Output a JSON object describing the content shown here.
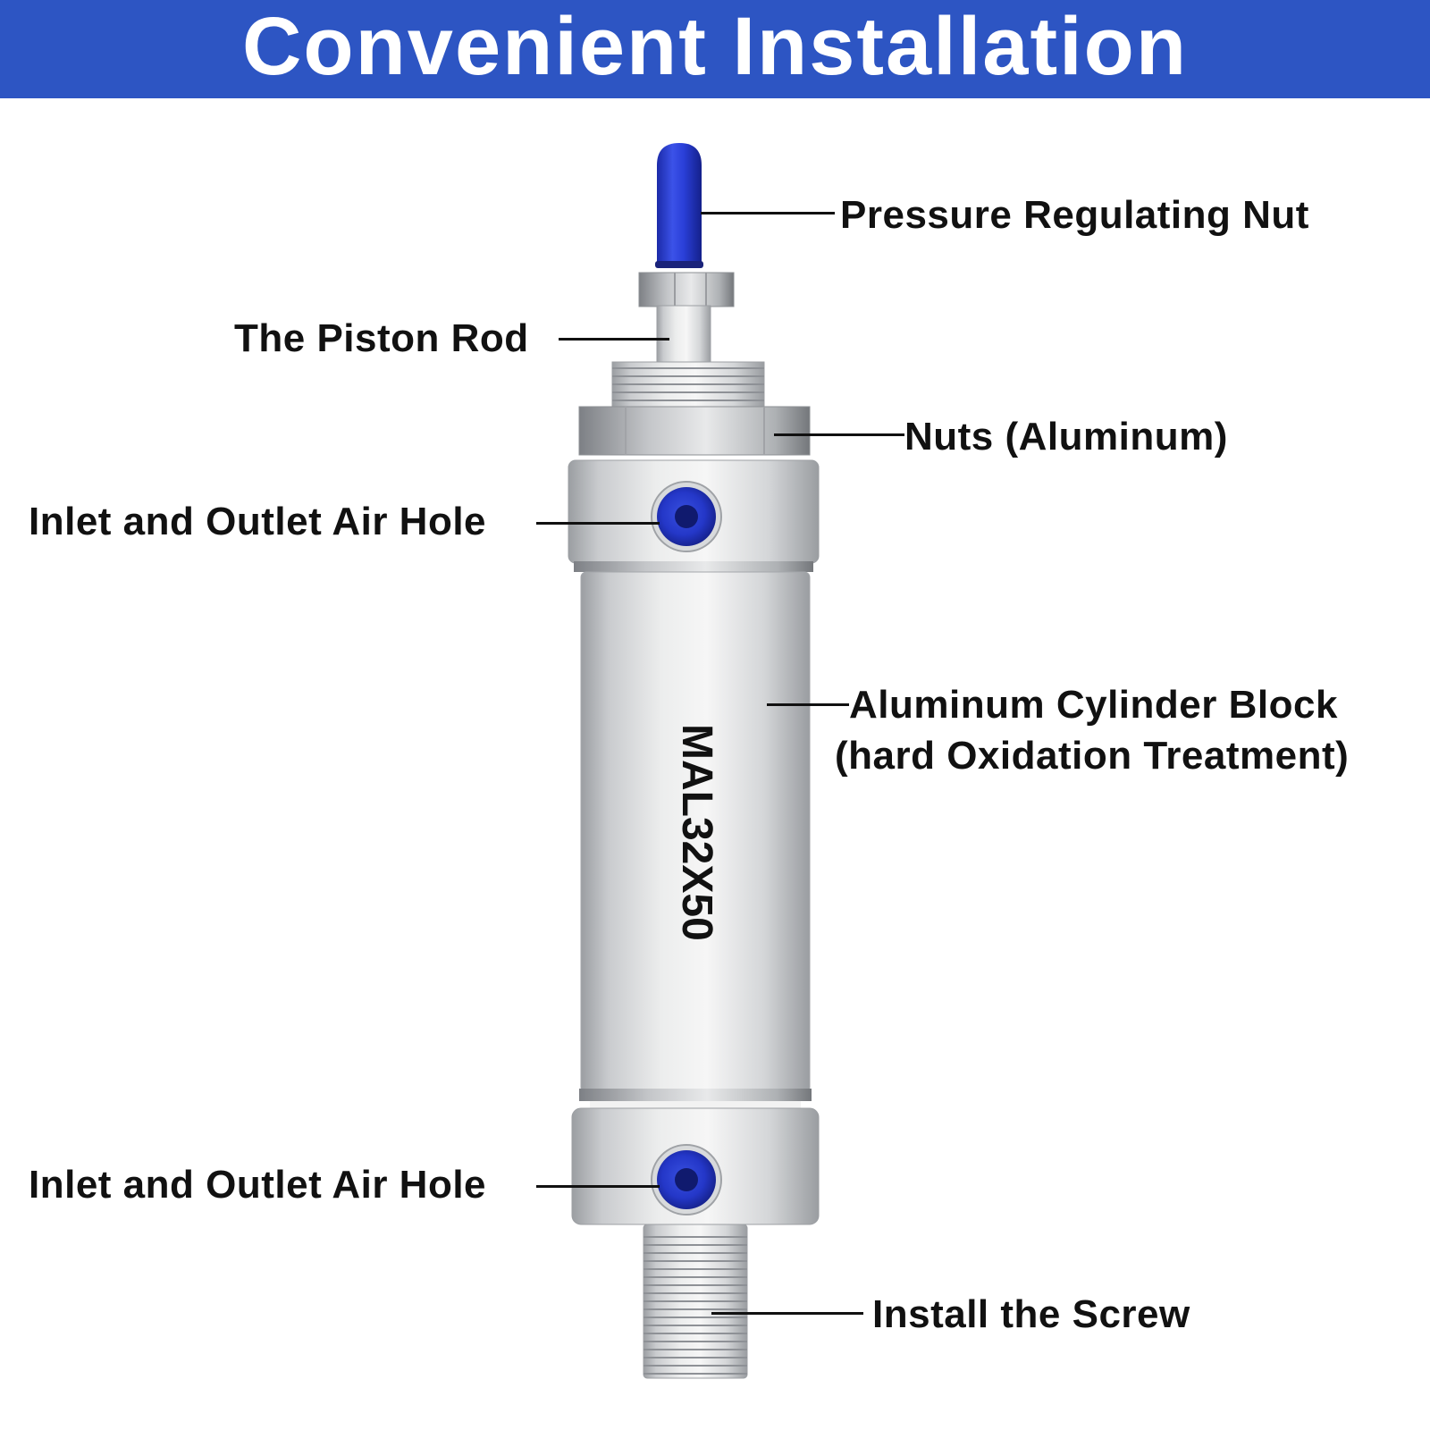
{
  "header": {
    "title": "Convenient Installation"
  },
  "product": {
    "model": "MAL32X50"
  },
  "labels": {
    "pressure_nut": "Pressure Regulating Nut",
    "piston_rod": "The Piston Rod",
    "nuts": "Nuts (Aluminum)",
    "air_hole_top": "Inlet and Outlet Air Hole",
    "cylinder_block_line1": "Aluminum Cylinder Block",
    "cylinder_block_line2": "(hard Oxidation Treatment)",
    "air_hole_bottom": "Inlet and Outlet Air Hole",
    "screw": "Install the Screw"
  },
  "colors": {
    "banner": "#2d55c3",
    "accent_blue": "#2b3fd6",
    "metal": "#c8cacc"
  }
}
